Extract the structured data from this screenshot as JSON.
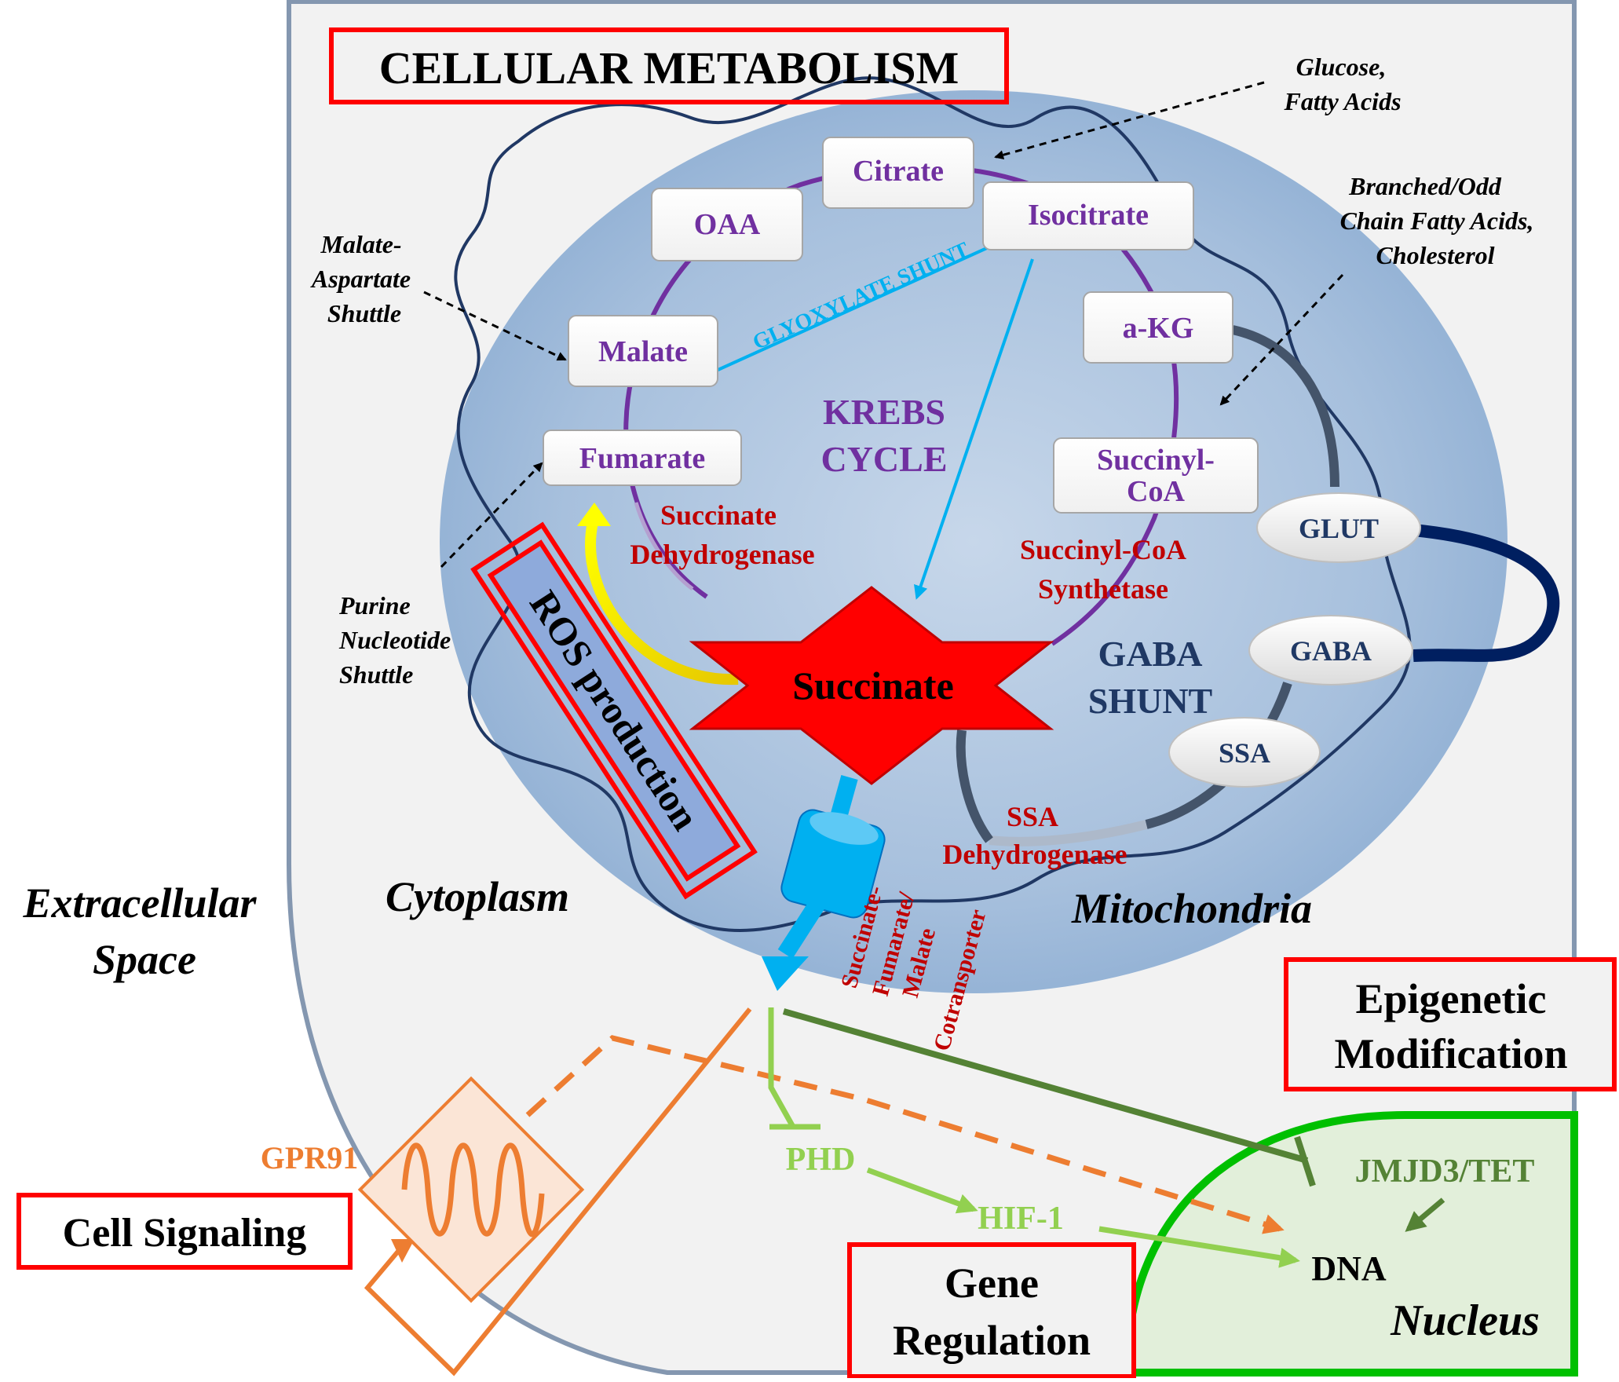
{
  "title": "CELLULAR METABOLISM",
  "inputs": {
    "glucose": [
      "Glucose,",
      "Fatty Acids"
    ],
    "branched": [
      "Branched/Odd",
      "Chain Fatty Acids,",
      "Cholesterol"
    ],
    "malate_aspartate": [
      "Malate-",
      "Aspartate",
      "Shuttle"
    ],
    "purine": [
      "Purine",
      "Nucleotide",
      "Shuttle"
    ]
  },
  "krebs": {
    "citrate": "Citrate",
    "oaa": "OAA",
    "isocitrate": "Isocitrate",
    "akg": "a-KG",
    "malate": "Malate",
    "fumarate": "Fumarate",
    "succinyl_coa": [
      "Succinyl-",
      "CoA"
    ],
    "cycle_label": [
      "KREBS",
      "CYCLE"
    ],
    "glyoxylate": "GLYOXYLATE SHUNT"
  },
  "enzymes": {
    "sdh": [
      "Succinate",
      "Dehydrogenase"
    ],
    "scs": [
      "Succinyl-CoA",
      "Synthetase"
    ],
    "ssadh": [
      "SSA",
      "Dehydrogenase"
    ],
    "cotransporter": [
      "Succinate-",
      "Fumarate/",
      "Malate",
      "Cotransporter"
    ]
  },
  "gaba": {
    "glut": "GLUT",
    "gaba": "GABA",
    "ssa": "SSA",
    "shunt_label": [
      "GABA",
      "SHUNT"
    ]
  },
  "succinate": "Succinate",
  "ros": "ROS production",
  "regions": {
    "extracellular": [
      "Extracellular",
      "Space"
    ],
    "cytoplasm": "Cytoplasm",
    "mitochondria": "Mitochondria",
    "nucleus": "Nucleus"
  },
  "signaling": {
    "gpr91": "GPR91",
    "phd": "PHD",
    "hif": "HIF-1",
    "jmjd": "JMJD3/TET",
    "dna": "DNA"
  },
  "boxes": {
    "epigenetic": [
      "Epigenetic",
      "Modification"
    ],
    "cell_signaling": "Cell Signaling",
    "gene_regulation": [
      "Gene",
      "Regulation"
    ]
  },
  "colors": {
    "purple": "#7030a0",
    "red": "#c00000",
    "navy": "#1f3864",
    "orange": "#ed7d31",
    "light_green": "#92d050",
    "dark_green": "#548235",
    "cyan": "#00b0f0"
  }
}
